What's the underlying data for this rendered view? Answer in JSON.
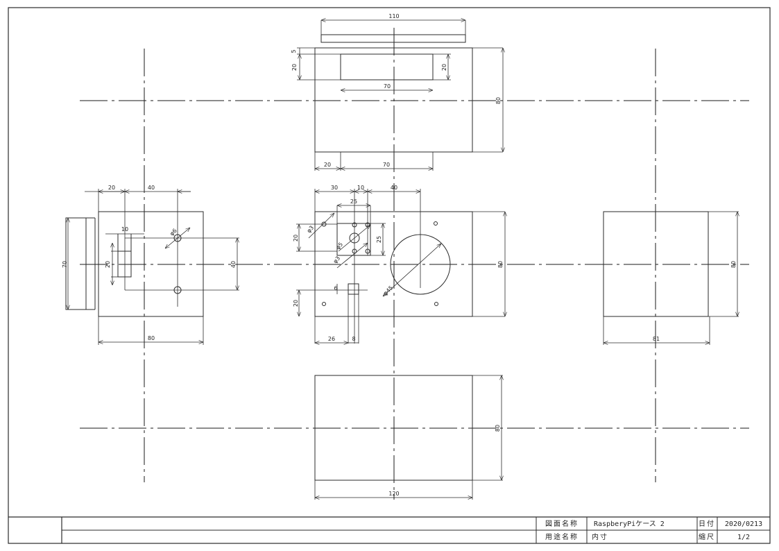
{
  "title_block": {
    "drawing_name_label": "図面名称",
    "drawing_name": "RaspberyPiケース 2",
    "purpose_label": "用途名称",
    "purpose": "内寸",
    "date_label": "日付",
    "date": "2020/0213",
    "scale_label": "縮尺",
    "scale": "1/2"
  },
  "top_view": {
    "dims": {
      "overall_width": "110",
      "top_thickness": "5",
      "slot_depth_left": "20",
      "slot_depth_right": "20",
      "slot_width": "70",
      "height": "80",
      "offset_left": "20",
      "bottom_width": "70"
    }
  },
  "front_view": {
    "dims": {
      "offset_30": "30",
      "offset_10": "10",
      "offset_40": "40",
      "square_25_w": "25",
      "square_25_h": "25",
      "hole_3a": "φ3",
      "hole_3b": "φ3",
      "hole_5": "φ5",
      "height_20_top": "20",
      "height_20_bottom": "20",
      "circle_45": "φ45",
      "height_80": "80",
      "offset_26": "26",
      "slot_8": "8",
      "slot_6": "6"
    }
  },
  "left_view": {
    "dims": {
      "offset_20": "20",
      "offset_40": "40",
      "width_10": "10",
      "height_20": "20",
      "hole_6": "φ6",
      "spacing_40": "40",
      "height_70": "70",
      "width_80": "80"
    }
  },
  "right_view": {
    "dims": {
      "height_80": "80",
      "width_81": "81"
    }
  },
  "bottom_view": {
    "dims": {
      "height_80": "80",
      "width_120": "120"
    }
  }
}
